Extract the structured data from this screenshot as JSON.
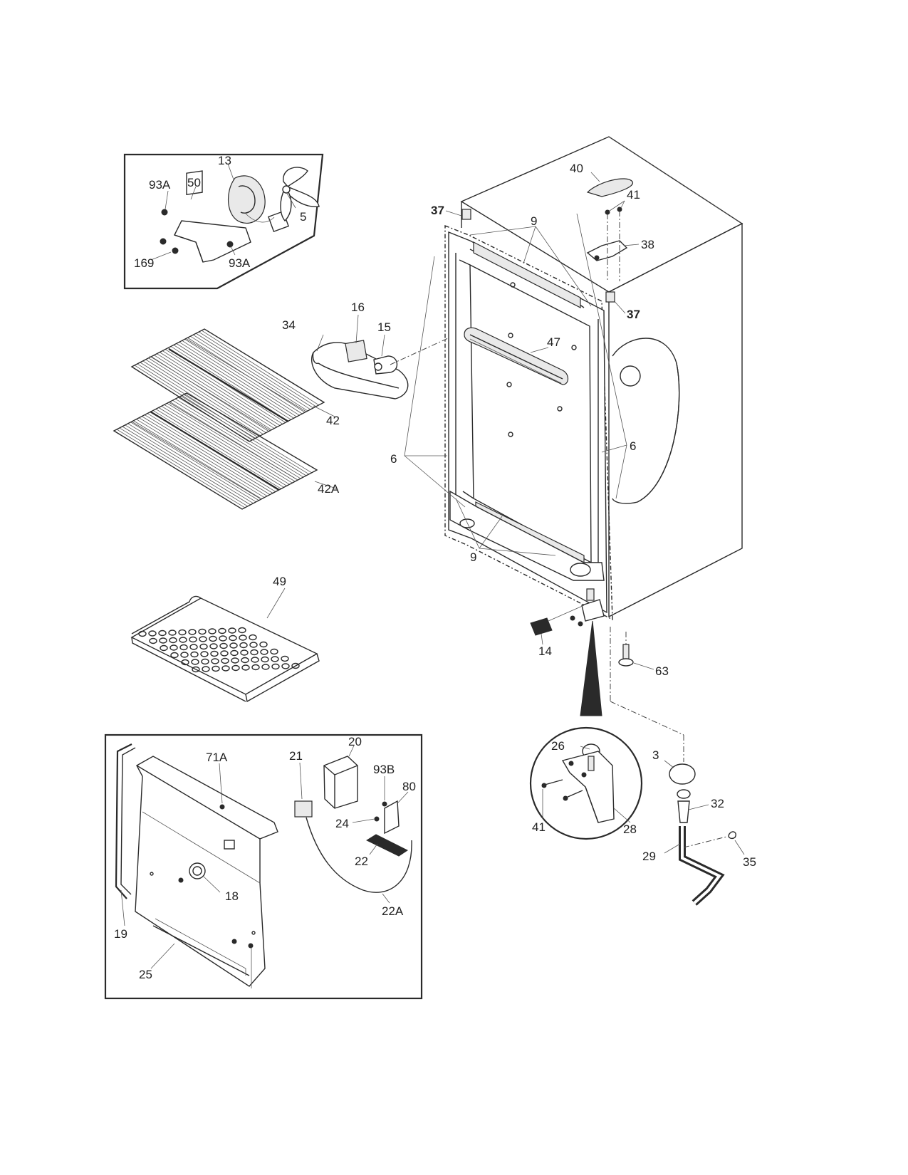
{
  "labels": {
    "p13": "13",
    "p50": "50",
    "p93a_top": "93A",
    "p5": "5",
    "p169": "169",
    "p93a_bot": "93A",
    "p16": "16",
    "p15": "15",
    "p34": "34",
    "p42": "42",
    "p42a": "42A",
    "p49": "49",
    "p40": "40",
    "p41_top": "41",
    "p38": "38",
    "p37_left": "37",
    "p37_right": "37",
    "p9_top": "9",
    "p9_bot": "9",
    "p47": "47",
    "p6_left": "6",
    "p6_right": "6",
    "p14": "14",
    "p63": "63",
    "p26": "26",
    "p41_bot": "41",
    "p28": "28",
    "p3": "3",
    "p32": "32",
    "p29": "29",
    "p35": "35",
    "p20": "20",
    "p21": "21",
    "p71a": "71A",
    "p93b": "93B",
    "p80": "80",
    "p24": "24",
    "p22": "22",
    "p22a": "22A",
    "p18": "18",
    "p19": "19",
    "p25": "25"
  }
}
